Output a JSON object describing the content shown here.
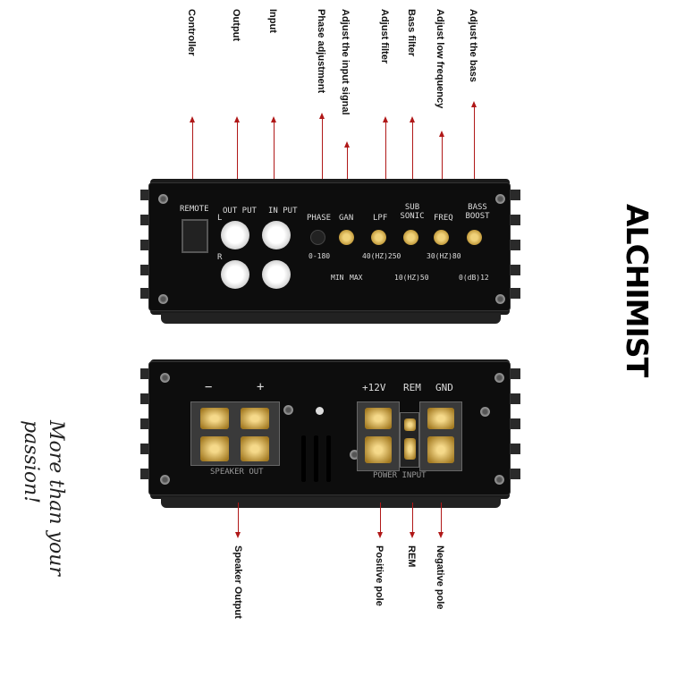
{
  "top_annotations": [
    "Controller",
    "Output",
    "Input",
    "Phase adjustment",
    "Adjust the input signal",
    "Adjust filter",
    "Bass filter",
    "Adjust low frequency",
    "Adjust the bass"
  ],
  "bottom_annotations": [
    "Speaker Output",
    "Positive pole",
    "REM",
    "Negative pole"
  ],
  "front_panel": {
    "remote": "REMOTE",
    "output": "OUT PUT",
    "input": "IN PUT",
    "left": "L",
    "right": "R",
    "phase": "PHASE",
    "phase_range": "0-180",
    "gain": "GAN",
    "gain_min": "MIN",
    "gain_max": "MAX",
    "lpf": "LPF",
    "lpf_range": "40(HZ)250",
    "subsonic": "SUB SONIC",
    "subsonic_range": "10(HZ)50",
    "freq": "FREQ",
    "freq_range": "30(HZ)80",
    "bass_boost": "BASS BOOST",
    "bass_boost_range": "0(dB)12"
  },
  "rear_panel": {
    "minus": "−",
    "plus": "+",
    "speaker_out": "SPEAKER OUT",
    "v12": "+12V",
    "rem": "REM",
    "gnd": "GND",
    "power_input": "POWER INPUT"
  },
  "brand": "ALCHIMIST",
  "slogan": "More than your passion!",
  "colors": {
    "arrow": "#b01818",
    "body": "#1b1b1b"
  }
}
